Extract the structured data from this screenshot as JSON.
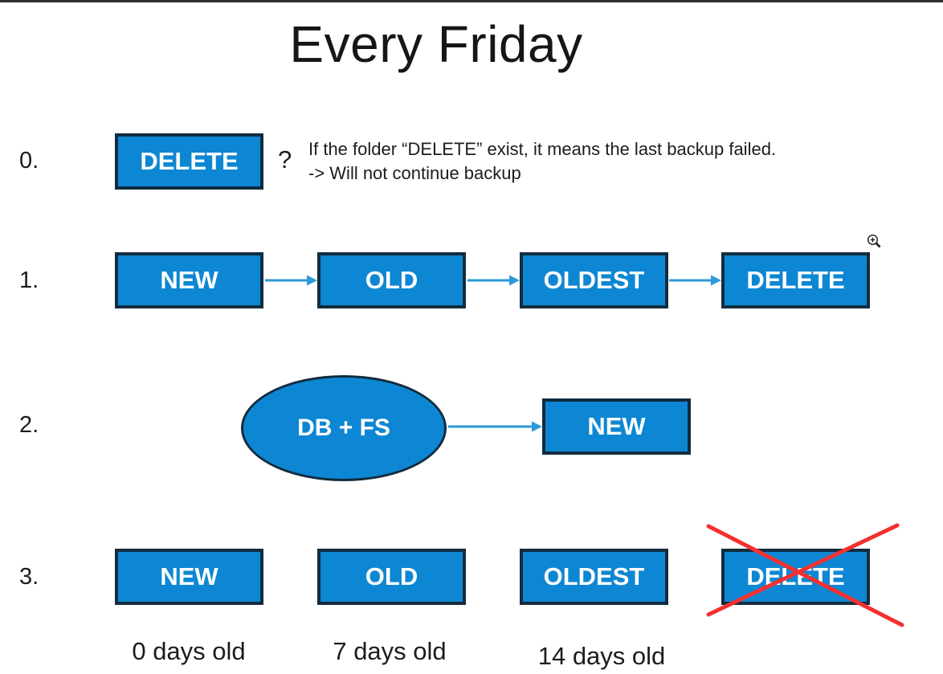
{
  "slide": {
    "title": "Every Friday"
  },
  "colors": {
    "shape_fill": "#0d87d3",
    "shape_border": "#122c3f",
    "arrow": "#2b9ad8",
    "cross": "#f43030",
    "top_bar": "#303030"
  },
  "step0": {
    "label": "0.",
    "box": "DELETE",
    "question_mark": "?",
    "note_line1": "If the folder “DELETE” exist, it means the last backup failed.",
    "note_line2": "-> Will not continue backup"
  },
  "step1": {
    "label": "1.",
    "boxes": [
      "NEW",
      "OLD",
      "OLDEST",
      "DELETE"
    ]
  },
  "step2": {
    "label": "2.",
    "ellipse": "DB + FS",
    "box": "NEW"
  },
  "step3": {
    "label": "3.",
    "boxes": [
      "NEW",
      "OLD",
      "OLDEST",
      "DELETE"
    ],
    "captions": [
      "0 days old",
      "7 days old",
      "14 days old"
    ]
  },
  "icons": {
    "zoom_cursor": "zoom-in-magnifier"
  }
}
